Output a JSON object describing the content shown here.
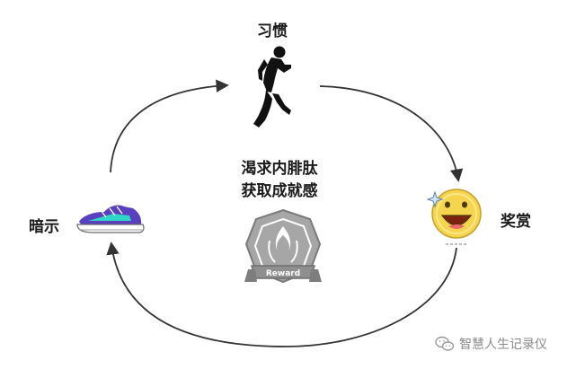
{
  "labels": {
    "habit": "习惯",
    "cue": "暗示",
    "reward": "奖赏",
    "craving_line1": "渴求内腓肽",
    "craving_line2": "获取成就感",
    "badge_text": "Reward"
  },
  "watermark": {
    "text": "智慧人生记录仪",
    "icon": "wechat-icon"
  },
  "icons": {
    "habit": "running-person-icon",
    "cue": "sneaker-icon",
    "reward": "smiley-face-icon",
    "badge": "reward-badge-icon"
  },
  "colors": {
    "arrow": "#333333",
    "smiley": "#f5d54e",
    "sneaker_primary": "#5a3fbf",
    "sneaker_accent": "#2fd6c8",
    "badge": "#8f8f8f"
  }
}
